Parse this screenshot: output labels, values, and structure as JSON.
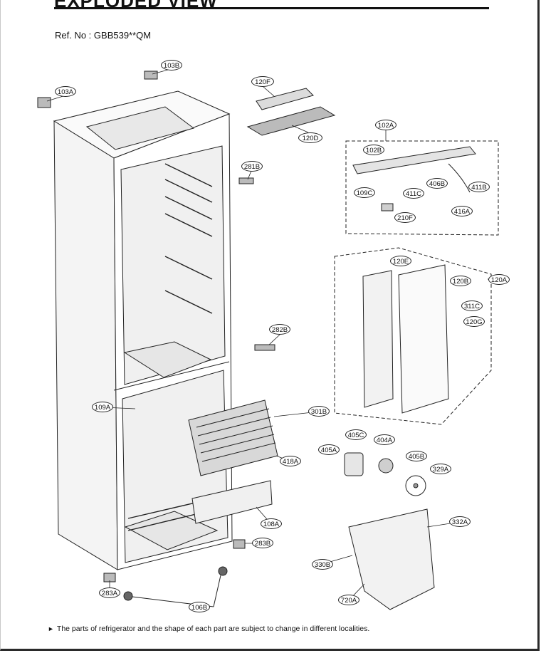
{
  "header": {
    "title": "EXPLODED VIEW",
    "ref": "Ref. No : GBB539**QM"
  },
  "callouts": {
    "c103B": "103B",
    "c103A": "103A",
    "c120F": "120F",
    "c120D": "120D",
    "c102A": "102A",
    "c102B": "102B",
    "c281B": "281B",
    "c109C": "109C",
    "c411C": "411C",
    "c406B": "406B",
    "c411B": "411B",
    "c210F": "210F",
    "c416A": "416A",
    "c120E": "120E",
    "c120B": "120B",
    "c120A": "120A",
    "c311C": "311C",
    "c120G": "120G",
    "c282B": "282B",
    "c109A": "109A",
    "c301B": "301B",
    "c405C": "405C",
    "c404A": "404A",
    "c405A": "405A",
    "c418A": "418A",
    "c405B": "405B",
    "c329A": "329A",
    "c108A": "108A",
    "c332A": "332A",
    "c283B": "283B",
    "c330B": "330B",
    "c283A": "283A",
    "c720A": "720A",
    "c106B": "106B"
  },
  "footnote": "The parts of refrigerator and the shape of each part are subject to change in different localities."
}
